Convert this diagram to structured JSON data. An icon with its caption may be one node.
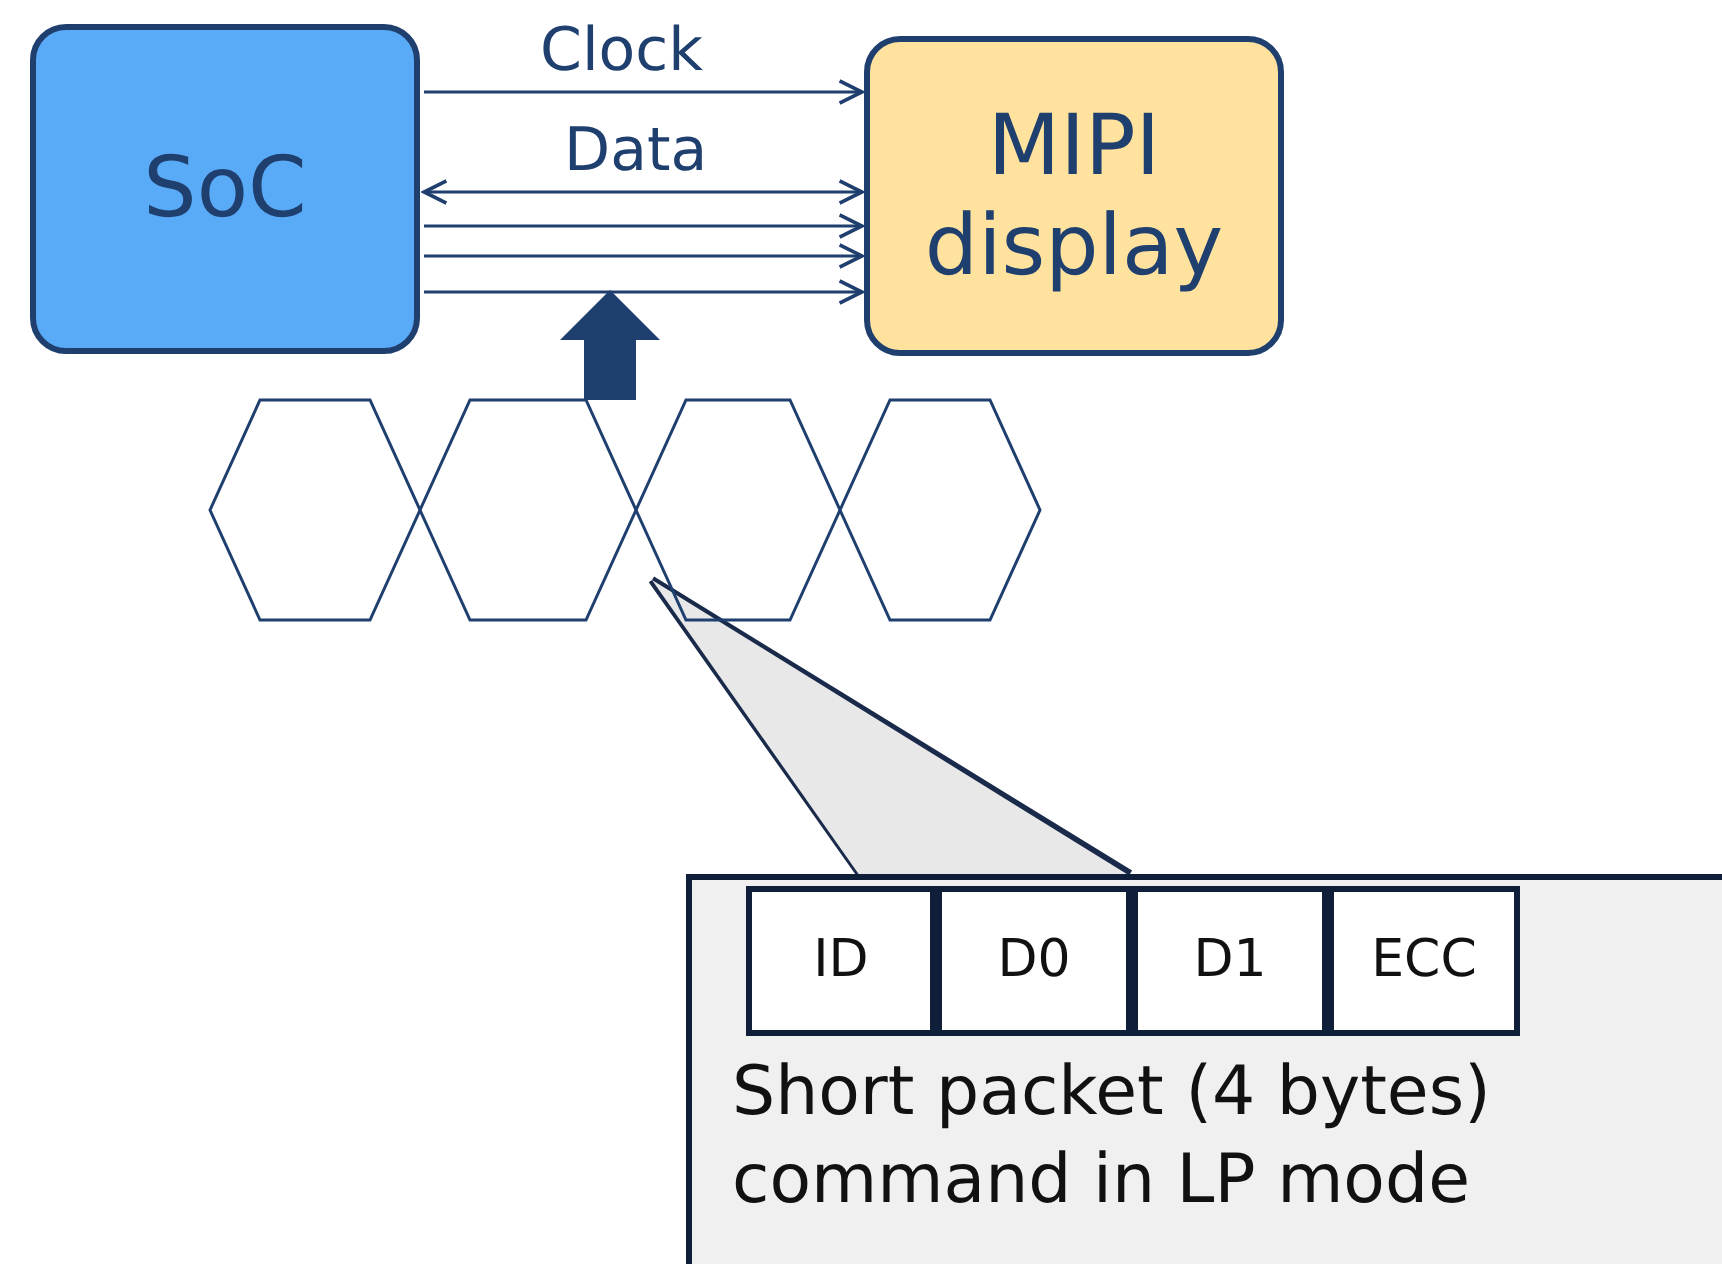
{
  "diagram": {
    "nodes": [
      {
        "text": [
          "SoC"
        ]
      },
      {
        "text": [
          "MIPI display"
        ]
      },
      {
        "text": [],
        "shape": "hexagon"
      },
      {
        "text": [],
        "shape": "hexagon"
      },
      {
        "text": [],
        "shape": "hexagon"
      },
      {
        "text": [],
        "shape": "hexagon"
      },
      {
        "text": [
          "Short packet (4 bytes) command in LP mode"
        ]
      },
      {
        "text": [
          "ID"
        ],
        "in": 6
      },
      {
        "text": [
          "D0"
        ],
        "in": 6
      },
      {
        "text": [
          "D1"
        ],
        "in": 6
      },
      {
        "text": [
          "ECC"
        ],
        "in": 6
      }
    ],
    "edges": [
      {
        "from": 0,
        "to": 1,
        "arrow": "to",
        "label": "Clock"
      },
      {
        "from": 0,
        "to": 1,
        "arrow": "both",
        "label": "Data"
      },
      {
        "from": 0,
        "to": 1,
        "arrow": "to"
      },
      {
        "from": 0,
        "to": 1,
        "arrow": "to"
      },
      {
        "from": 0,
        "to": 1,
        "arrow": "to"
      },
      {
        "from": 6,
        "to": null,
        "arrow": "none",
        "style": "thick"
      },
      {
        "from": 3,
        "to": null,
        "arrow": "to",
        "style": "thick"
      }
    ]
  }
}
